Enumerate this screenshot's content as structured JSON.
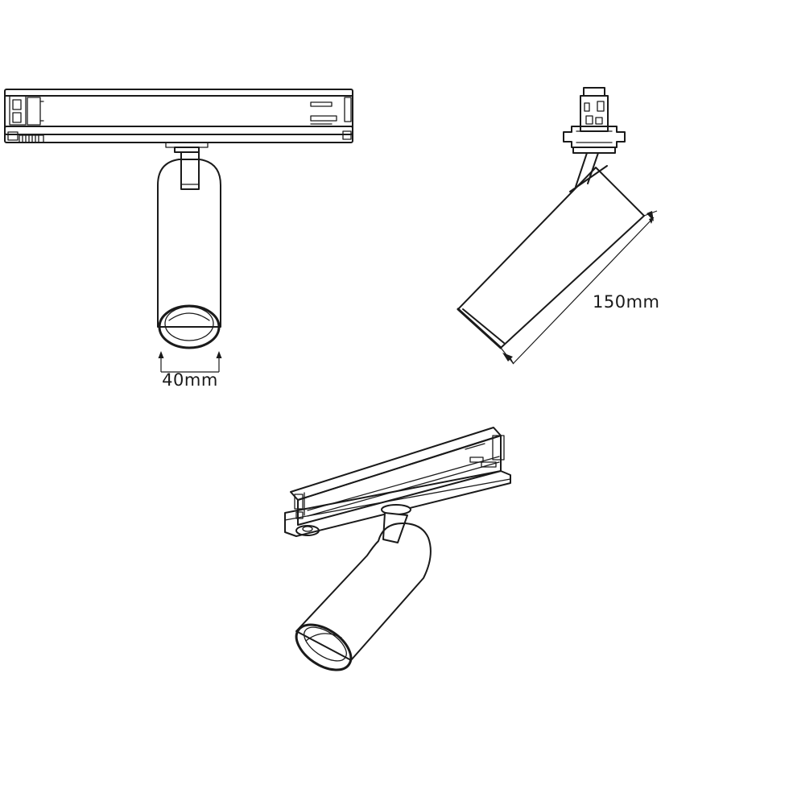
{
  "dimensions": {
    "diameter_label": "40mm",
    "length_label": "150mm"
  },
  "views": {
    "front": "front-view",
    "side": "side-view",
    "iso": "isometric-view"
  },
  "colors": {
    "line": "#1a1a1a",
    "background": "#ffffff"
  }
}
